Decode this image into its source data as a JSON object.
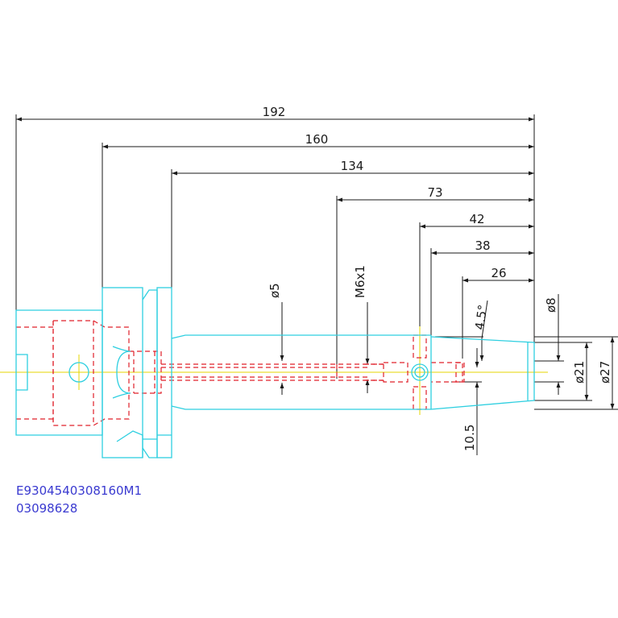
{
  "colors": {
    "outline": "#2ecfe0",
    "hidden": "#e0202a",
    "centerline": "#e6d400",
    "dimension": "#1a1a1a",
    "code": "#3a3ad0"
  },
  "dimensions": {
    "d192": "192",
    "d160": "160",
    "d134": "134",
    "d73": "73",
    "d42": "42",
    "d38": "38",
    "d26": "26",
    "phi5": "ø5",
    "m6": "M6x1",
    "angle": "4.5°",
    "phi8": "ø8",
    "phi21": "ø21",
    "phi27": "ø27",
    "d10_5": "10.5"
  },
  "codes": {
    "line1": "E9304540308160M1",
    "line2": "03098628"
  }
}
